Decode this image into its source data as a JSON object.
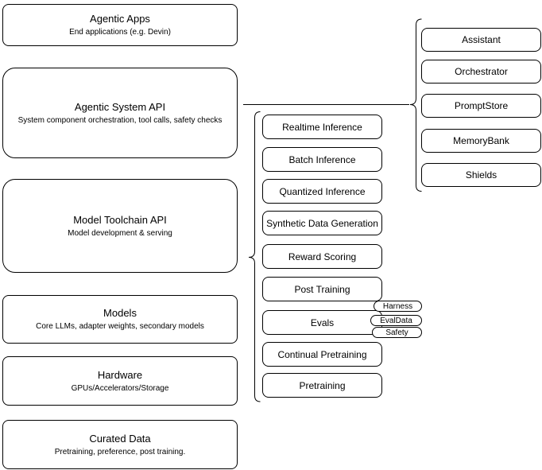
{
  "diagram": {
    "left_stack": [
      {
        "title": "Agentic Apps",
        "subtitle": "End applications (e.g. Devin)"
      },
      {
        "title": "Agentic System API",
        "subtitle": "System component orchestration, tool calls, safety checks"
      },
      {
        "title": "Model Toolchain API",
        "subtitle": "Model development & serving"
      },
      {
        "title": "Models",
        "subtitle": "Core LLMs, adapter weights, secondary models"
      },
      {
        "title": "Hardware",
        "subtitle": "GPUs/Accelerators/Storage"
      },
      {
        "title": "Curated Data",
        "subtitle": "Pretraining, preference, post training."
      }
    ],
    "toolchain_services": [
      "Realtime Inference",
      "Batch Inference",
      "Quantized Inference",
      "Synthetic Data Generation",
      "Reward Scoring",
      "Post Training",
      "Evals",
      "Continual Pretraining",
      "Pretraining"
    ],
    "evals_tags": [
      "Harness",
      "EvalData",
      "Safety"
    ],
    "system_components": [
      "Assistant",
      "Orchestrator",
      "PromptStore",
      "MemoryBank",
      "Shields"
    ],
    "colors": {
      "stroke": "#000000",
      "fill": "#ffffff",
      "text": "#000000"
    }
  }
}
